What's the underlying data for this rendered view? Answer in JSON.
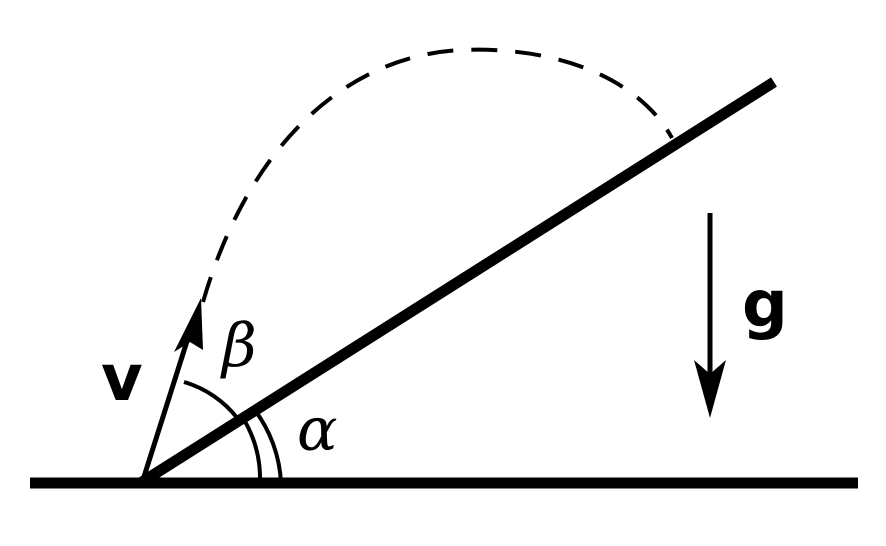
{
  "labels": {
    "velocity": "v",
    "gravity": "g",
    "launch_angle": "β",
    "incline_angle": "α"
  },
  "colors": {
    "stroke": "#000000",
    "background": "#ffffff"
  }
}
